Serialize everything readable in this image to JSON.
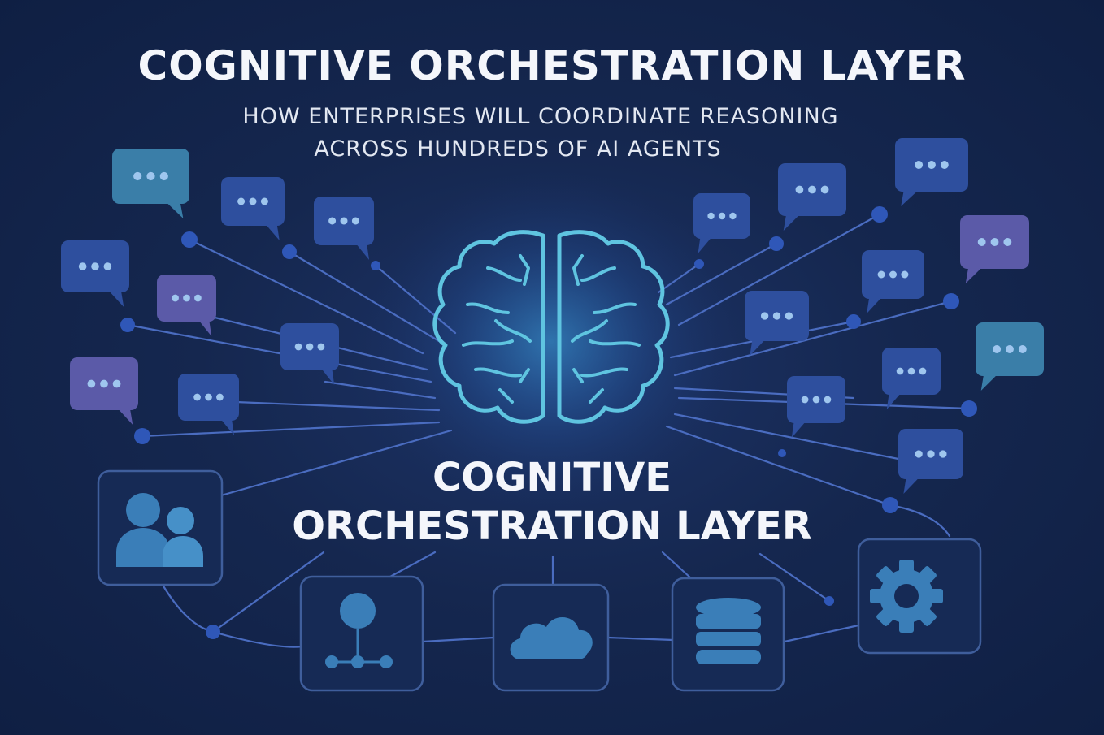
{
  "header": {
    "title": "COGNITIVE ORCHESTRATION LAYER",
    "subtitle_line1": "HOW ENTERPRISES WILL COORDINATE REASONING",
    "subtitle_line2": "ACROSS HUNDREDS OF AI AGENTS"
  },
  "center": {
    "label_line1": "COGNITIVE",
    "label_line2": "ORCHESTRATION LAYER",
    "icon": "brain-icon"
  },
  "bottom_nodes": [
    {
      "icon": "users-icon"
    },
    {
      "icon": "hierarchy-icon"
    },
    {
      "icon": "cloud-icon"
    },
    {
      "icon": "database-icon"
    },
    {
      "icon": "gear-icon"
    }
  ],
  "agent_icon": "chat-bubble-icon",
  "colors": {
    "background": "#15274f",
    "bubble_blue": "#2e4f9e",
    "bubble_teal": "#3a7ea8",
    "bubble_purple": "#5b5aa8",
    "brain_stroke": "#5fc4e0",
    "line": "#4a6cc0",
    "node_border": "#3f5e9c",
    "text": "#f4f6fb"
  }
}
